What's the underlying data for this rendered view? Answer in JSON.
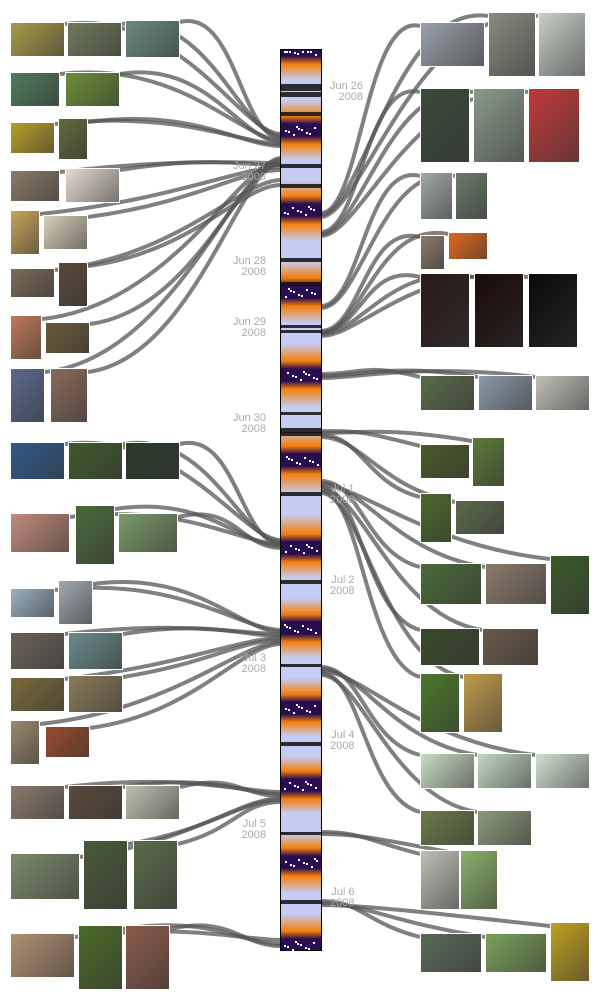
{
  "timeline": {
    "days": [
      {
        "date": "Jun 26",
        "year": "2008"
      },
      {
        "date": "Jun 27",
        "year": "2008"
      },
      {
        "date": "Jun 28",
        "year": "2008"
      },
      {
        "date": "Jun 29",
        "year": "2008"
      },
      {
        "date": "Jun 30",
        "year": "2008"
      },
      {
        "date": "Jul 1",
        "year": "2008"
      },
      {
        "date": "Jul 2",
        "year": "2008"
      },
      {
        "date": "Jul 3",
        "year": "2008"
      },
      {
        "date": "Jul 4",
        "year": "2008"
      },
      {
        "date": "Jul 5",
        "year": "2008"
      },
      {
        "date": "Jul 6",
        "year": "2008"
      }
    ],
    "colors": {
      "night": "#2a0c52",
      "dusk": "#f57f0a",
      "day": "#c5cdf5",
      "link": "#555555"
    }
  }
}
